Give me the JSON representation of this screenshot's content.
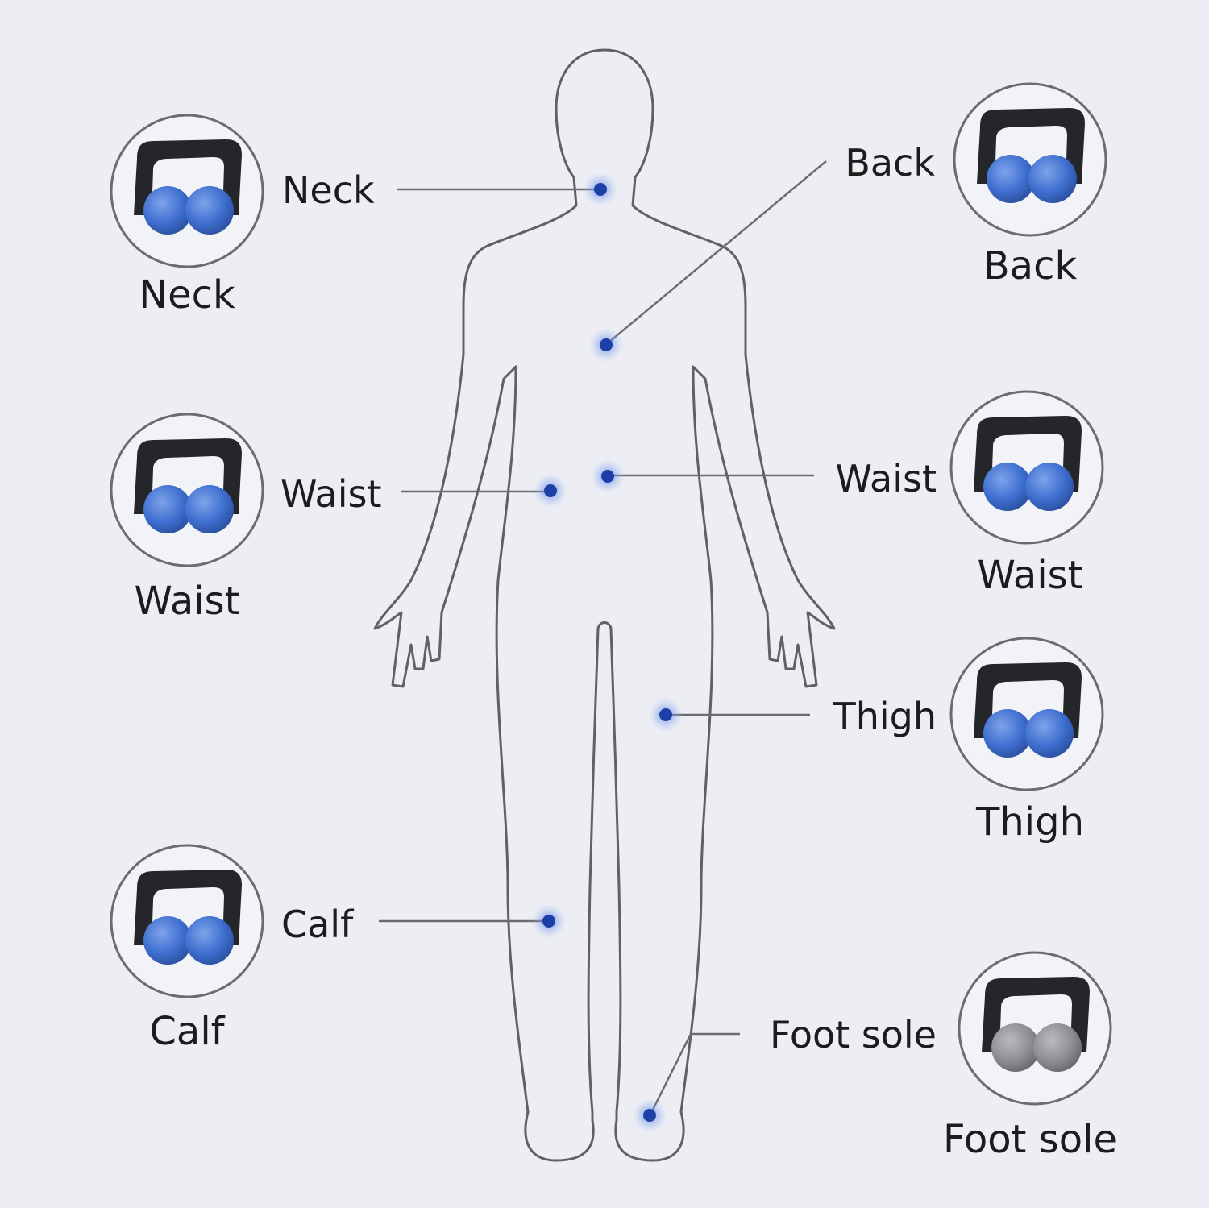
{
  "colors": {
    "background": "#eceef3",
    "outline": "#5f6166",
    "point": "#1d3fa8",
    "roller_ball_blue": "#3f6fd0",
    "roller_ball_gray": "#8d8f93",
    "roller_handle": "#24262a"
  },
  "icons": {
    "point": "blue-dot-icon",
    "roller": "massage-roller-icon"
  },
  "points": [
    {
      "name": "neck",
      "label": "Neck",
      "caption": "Neck",
      "ball_color": "blue"
    },
    {
      "name": "back",
      "label": "Back",
      "caption": "Back",
      "ball_color": "blue"
    },
    {
      "name": "waist-left",
      "label": "Waist",
      "caption": "Waist",
      "ball_color": "blue"
    },
    {
      "name": "waist-right",
      "label": "Waist",
      "caption": "Waist",
      "ball_color": "blue"
    },
    {
      "name": "thigh",
      "label": "Thigh",
      "caption": "Thigh",
      "ball_color": "blue"
    },
    {
      "name": "calf",
      "label": "Calf",
      "caption": "Calf",
      "ball_color": "blue"
    },
    {
      "name": "foot-sole",
      "label": "Foot sole",
      "caption": "Foot sole",
      "ball_color": "gray"
    }
  ]
}
